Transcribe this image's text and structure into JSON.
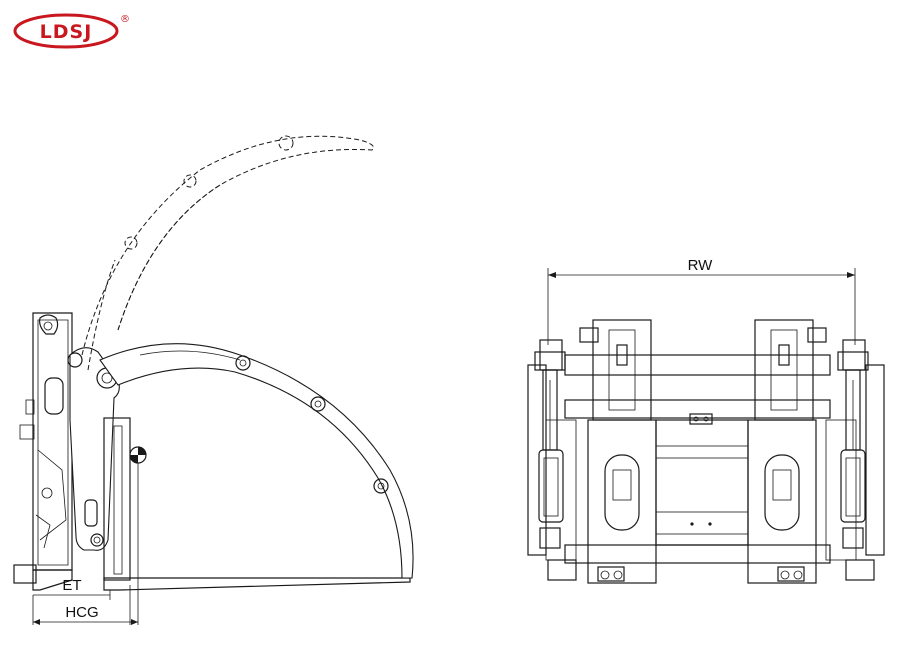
{
  "brand": {
    "logo_text": "LDSJ",
    "registered_mark": "®",
    "color": "#c8171e"
  },
  "dimensions": {
    "et": "ET",
    "hcg": "HCG",
    "rw": "RW"
  },
  "views": [
    "side-view",
    "front-view"
  ]
}
